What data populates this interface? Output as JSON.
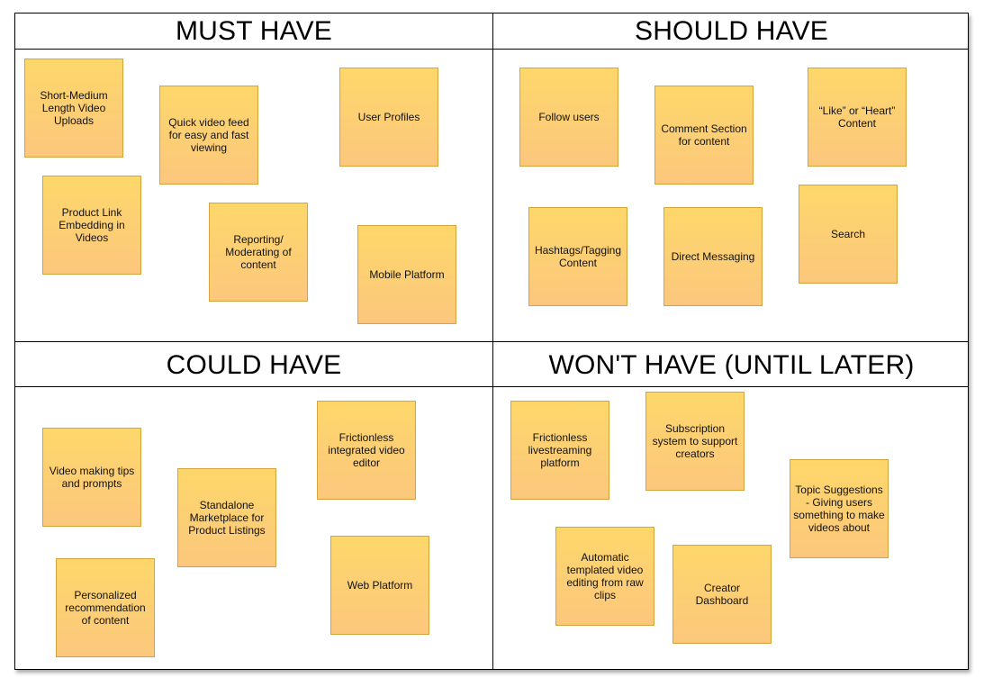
{
  "quadrants": [
    {
      "title": "MUST HAVE",
      "notes": [
        "Short-Medium Length Video Uploads",
        "Quick video feed for easy and fast viewing",
        "User Profiles",
        "Product Link Embedding in Videos",
        "Reporting/ Moderating of content",
        "Mobile Platform"
      ]
    },
    {
      "title": "SHOULD HAVE",
      "notes": [
        "Follow users",
        "Comment Section for content",
        "“Like” or “Heart” Content",
        "Hashtags/Tagging Content",
        "Direct Messaging",
        "Search"
      ]
    },
    {
      "title": "COULD HAVE",
      "notes": [
        "Video making tips and prompts",
        "Standalone Marketplace for Product Listings",
        "Frictionless integrated video editor",
        "Personalized recommendation of content",
        "Web Platform"
      ]
    },
    {
      "title": "WON'T HAVE (UNTIL LATER)",
      "notes": [
        "Frictionless livestreaming platform",
        "Subscription system to support creators",
        "Topic Suggestions - Giving users something to make videos about",
        "Automatic templated video editing from raw clips",
        "Creator Dashboard"
      ]
    }
  ],
  "colors": {
    "note_top": "#fdd76a",
    "note_bottom": "#fcc77d",
    "note_border": "#d6a43a",
    "grid_line": "#000000"
  }
}
